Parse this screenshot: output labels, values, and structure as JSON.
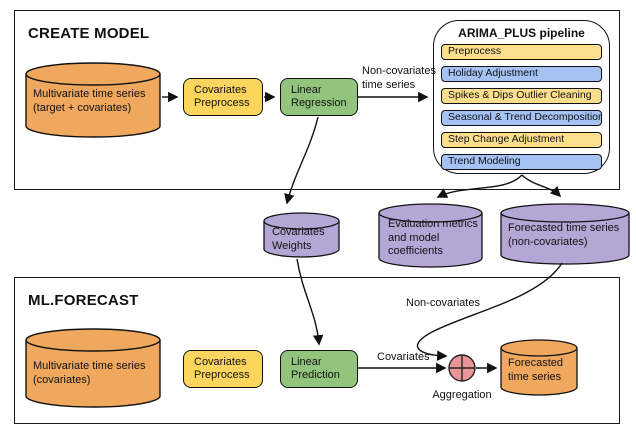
{
  "colors": {
    "orange": "#F0A85E",
    "yellow": "#FCD55F",
    "pipeline_yellow": "#FBDF8C",
    "pipeline_blue": "#A4C2F4",
    "green": "#93C47D",
    "purple": "#B4A7D6",
    "pink": "#E89595",
    "stroke": "#111111"
  },
  "create_model": {
    "title": "CREATE MODEL",
    "source_db": "Multivariate time series\n(target + covariates)",
    "preprocess": "Covariates\nPreprocess",
    "regression": "Linear\nRegression",
    "arrow_label": "Non-covariates\ntime series",
    "pipeline": {
      "title": "ARIMA_PLUS pipeline",
      "steps": [
        {
          "label": "Preprocess",
          "color": "yellow"
        },
        {
          "label": "Holiday Adjustment",
          "color": "blue"
        },
        {
          "label": "Spikes & Dips Outlier Cleaning",
          "color": "yellow"
        },
        {
          "label": "Seasonal & Trend Decomposition",
          "color": "blue"
        },
        {
          "label": "Step Change Adjustment",
          "color": "yellow"
        },
        {
          "label": "Trend Modeling",
          "color": "blue"
        }
      ]
    }
  },
  "outputs": {
    "covariates_weights": "Covariates\nWeights",
    "evaluation": "Evaluation metrics\nand model\ncoefficients",
    "forecast_noncovariates": "Forecasted time series\n(non-covariates)"
  },
  "ml_forecast": {
    "title": "ML.FORECAST",
    "source_db": "Multivariate time series\n(covariates)",
    "preprocess": "Covariates\nPreprocess",
    "prediction": "Linear\nPrediction",
    "covariates_label": "Covariates",
    "noncovariates_label": "Non-covariates",
    "aggregation_label": "Aggregation",
    "result_db": "Forecasted\ntime series"
  }
}
